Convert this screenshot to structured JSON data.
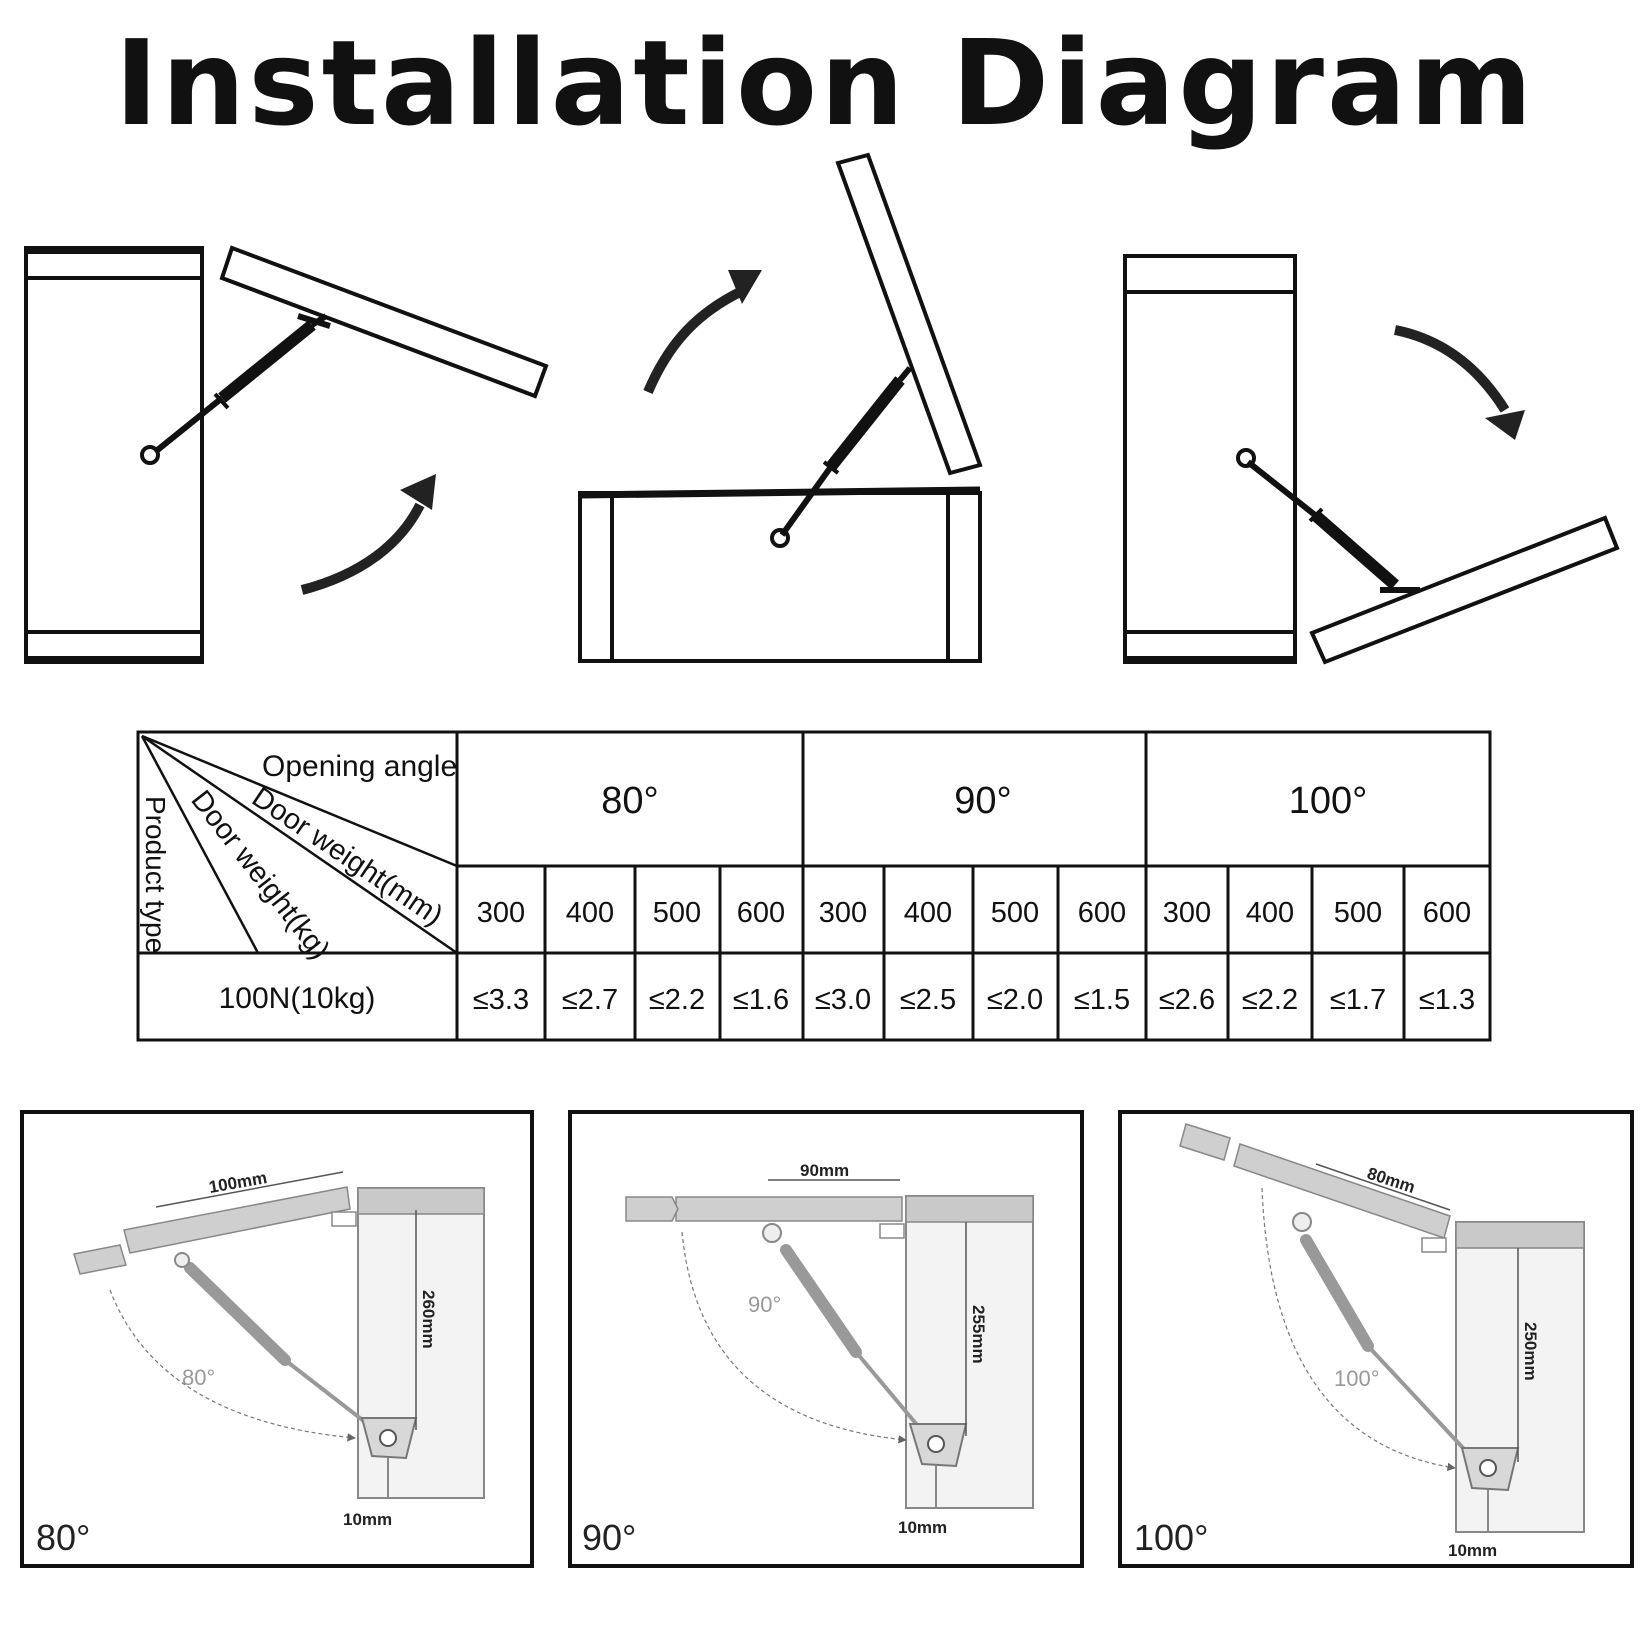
{
  "title": "Installation Diagram",
  "table": {
    "header_labels": {
      "opening_angle": "Opening angle",
      "door_weight_mm": "Door weight(mm)",
      "door_weight_kg": "Door weight(kg)",
      "product_type": "Product type"
    },
    "angles": [
      "80°",
      "90°",
      "100°"
    ],
    "sizes": [
      "300",
      "400",
      "500",
      "600",
      "300",
      "400",
      "500",
      "600",
      "300",
      "400",
      "500",
      "600"
    ],
    "product": "100N(10kg)",
    "values": [
      "≤3.3",
      "≤2.7",
      "≤2.2",
      "≤1.6",
      "≤3.0",
      "≤2.5",
      "≤2.0",
      "≤1.5",
      "≤2.6",
      "≤2.2",
      "≤1.7",
      "≤1.3"
    ]
  },
  "details": [
    {
      "corner_label": "80°",
      "arc_label": "80°",
      "horizontal_dim": "100mm",
      "vertical_dim": "260mm",
      "bottom_dim": "10mm"
    },
    {
      "corner_label": "90°",
      "arc_label": "90°",
      "horizontal_dim": "90mm",
      "vertical_dim": "255mm",
      "bottom_dim": "10mm"
    },
    {
      "corner_label": "100°",
      "arc_label": "100°",
      "horizontal_dim": "80mm",
      "vertical_dim": "250mm",
      "bottom_dim": "10mm"
    }
  ]
}
